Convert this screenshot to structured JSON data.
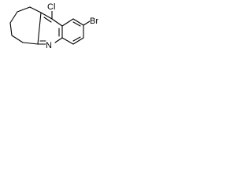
{
  "molecule": {
    "atoms": {
      "chlorine": "Cl",
      "bromine": "Br",
      "nitrogen": "N"
    },
    "colors": {
      "bond": "#000000",
      "text": "#000000",
      "background": "#ffffff"
    }
  }
}
